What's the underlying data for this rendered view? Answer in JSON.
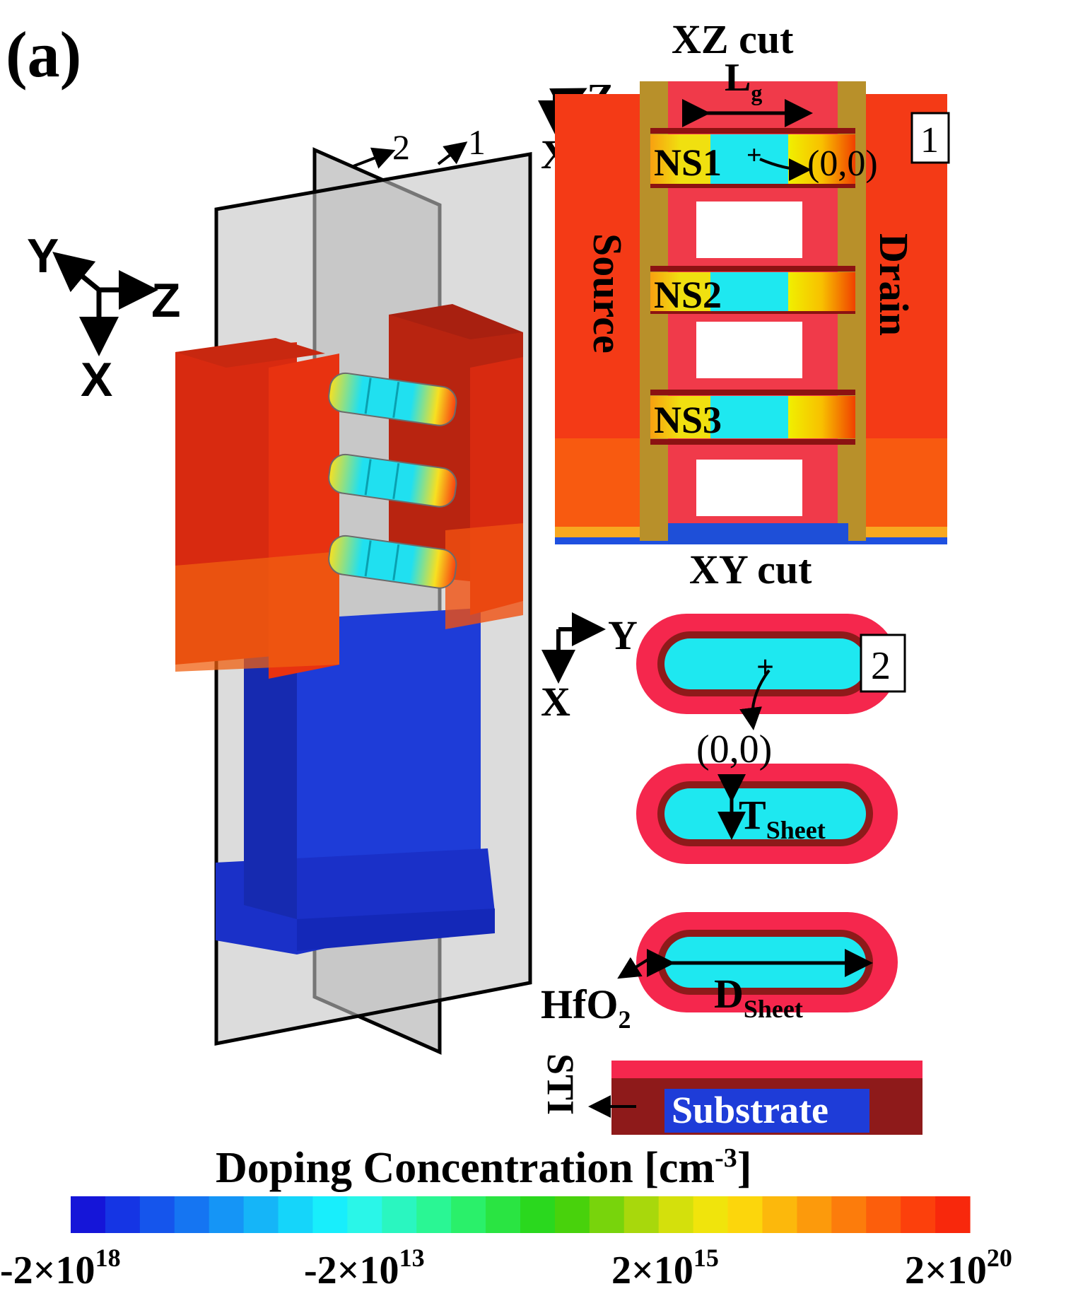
{
  "panel_label": "(a)",
  "axes3d": {
    "y": "Y",
    "z": "Z",
    "x": "X"
  },
  "planes": {
    "cut2": "2",
    "cut1": "1"
  },
  "xz": {
    "title": "XZ cut",
    "axis_z": "Z",
    "axis_x": "X",
    "lg_main": "L",
    "lg_sub": "g",
    "box": "1",
    "origin_plus": "+",
    "origin": "(0,0)",
    "source": "Source",
    "drain": "Drain",
    "ns1": "NS1",
    "ns2": "NS2",
    "ns3": "NS3"
  },
  "xy": {
    "title": "XY cut",
    "axis_y": "Y",
    "axis_x": "X",
    "box": "2",
    "origin_plus": "+",
    "origin": "(0,0)",
    "t_main": "T",
    "t_sub": "Sheet",
    "d_main": "D",
    "d_sub": "Sheet",
    "hfo2_main": "HfO",
    "hfo2_sub": "2",
    "sti": "STI",
    "substrate": "Substrate"
  },
  "colorbar": {
    "title_main": "Doping Concentration [cm",
    "title_sup": "-3",
    "title_close": "]",
    "ticks": [
      {
        "base": "-2×10",
        "exp": "18"
      },
      {
        "base": "-2×10",
        "exp": "13"
      },
      {
        "base": "2×10",
        "exp": "15"
      },
      {
        "base": "2×10",
        "exp": "20"
      }
    ],
    "colors": [
      "#1515d8",
      "#1535e4",
      "#1555ec",
      "#1575f2",
      "#1595f6",
      "#15b5f8",
      "#15d5fa",
      "#18eefc",
      "#2af6e8",
      "#2af6c0",
      "#2af694",
      "#2af06a",
      "#2ae442",
      "#2ad81e",
      "#48d20c",
      "#78d40c",
      "#a8d80c",
      "#d4e00c",
      "#f0e40c",
      "#fcd60c",
      "#fcb80c",
      "#fc9a0c",
      "#fc7c0c",
      "#fc5e0c",
      "#fc400c",
      "#f8280c"
    ],
    "ranges": {
      "min": "-2×10^18",
      "max": "2×10^20"
    }
  }
}
